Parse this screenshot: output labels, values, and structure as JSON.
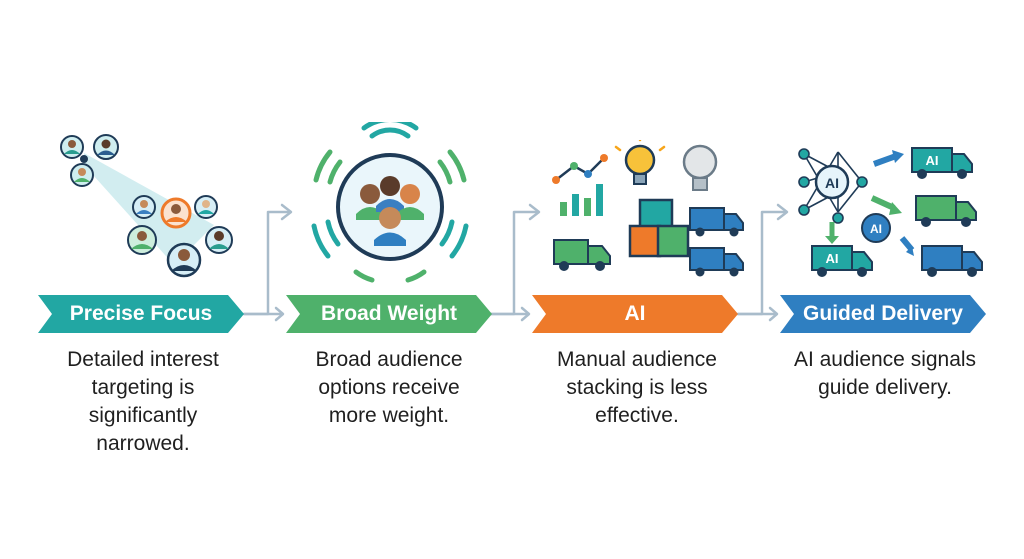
{
  "steps": [
    {
      "title": "Precise Focus",
      "description": "Detailed interest targeting is significantly narrowed.",
      "color": "#22a7a3"
    },
    {
      "title": "Broad Weight",
      "description": "Broad audience options receive more weight.",
      "color": "#4fb16b"
    },
    {
      "title": "AI",
      "description": "Manual audience stacking is less effective.",
      "color": "#ee7a2a"
    },
    {
      "title": "Guided Delivery",
      "description": "AI audience signals guide delivery.",
      "color": "#2f7fc1"
    }
  ],
  "icon_labels": {
    "network_hub": "AI",
    "truck": "AI",
    "badge": "AI"
  },
  "colors": {
    "connector": "#9fb4c2",
    "teal": "#22a7a3",
    "green": "#4fb16b",
    "orange": "#ee7a2a",
    "blue": "#2f7fc1",
    "navy": "#1f3b57"
  },
  "icons": [
    "people-cluster-icon",
    "audience-broadcast-icon",
    "chart-lightbulb-boxes-icon",
    "neural-network-trucks-icon"
  ]
}
